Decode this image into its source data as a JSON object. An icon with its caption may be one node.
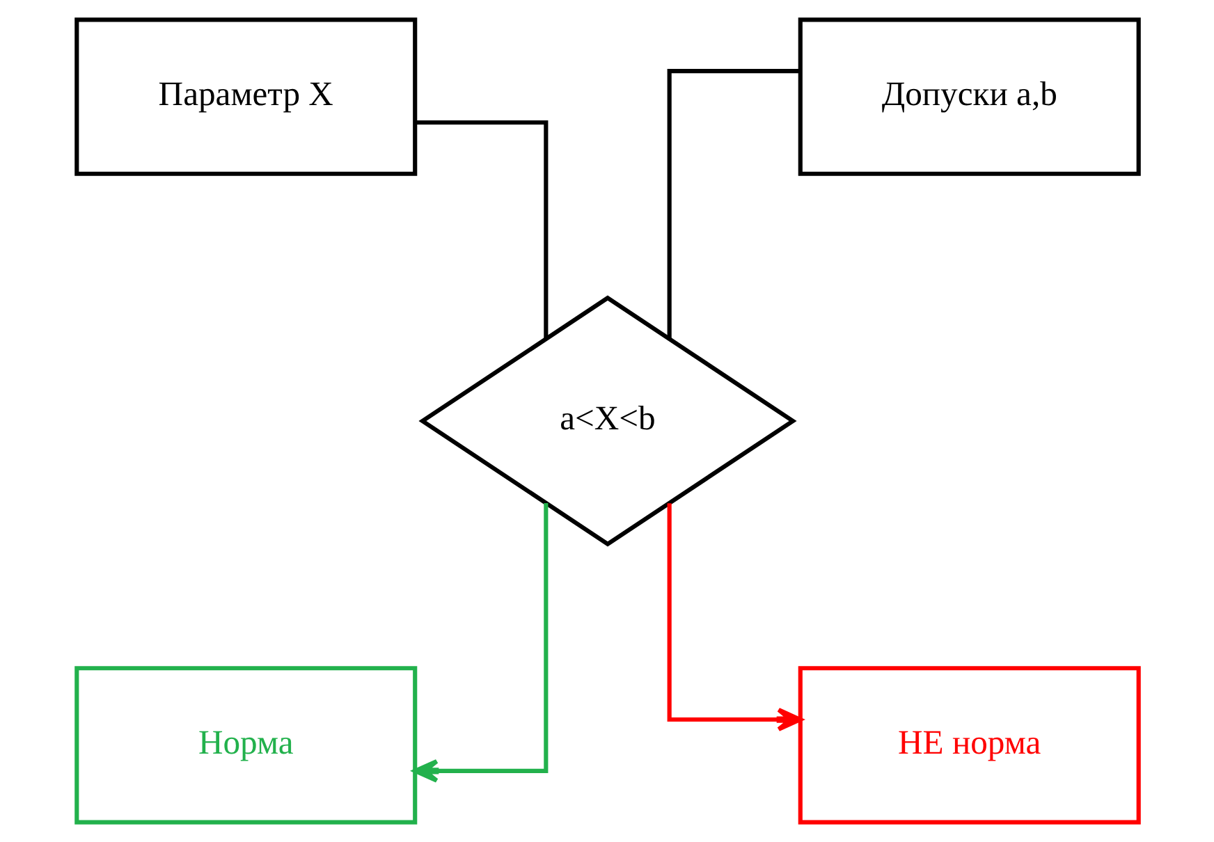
{
  "diagram": {
    "nodes": [
      {
        "text": [
          "Параметр X"
        ]
      },
      {
        "text": [
          "Допуски a,b"
        ]
      },
      {
        "text": [
          "a<X<b"
        ]
      },
      {
        "text": [
          "Норма"
        ]
      },
      {
        "text": [
          "НЕ норма"
        ]
      }
    ],
    "edges": [
      {
        "from": 0,
        "to": 2,
        "arrow": "none"
      },
      {
        "from": 1,
        "to": 2,
        "arrow": "none"
      },
      {
        "from": 2,
        "to": 3,
        "arrow": "to",
        "color": "#22b14c"
      },
      {
        "from": 2,
        "to": 4,
        "arrow": "to",
        "color": "#ff0000"
      }
    ]
  }
}
